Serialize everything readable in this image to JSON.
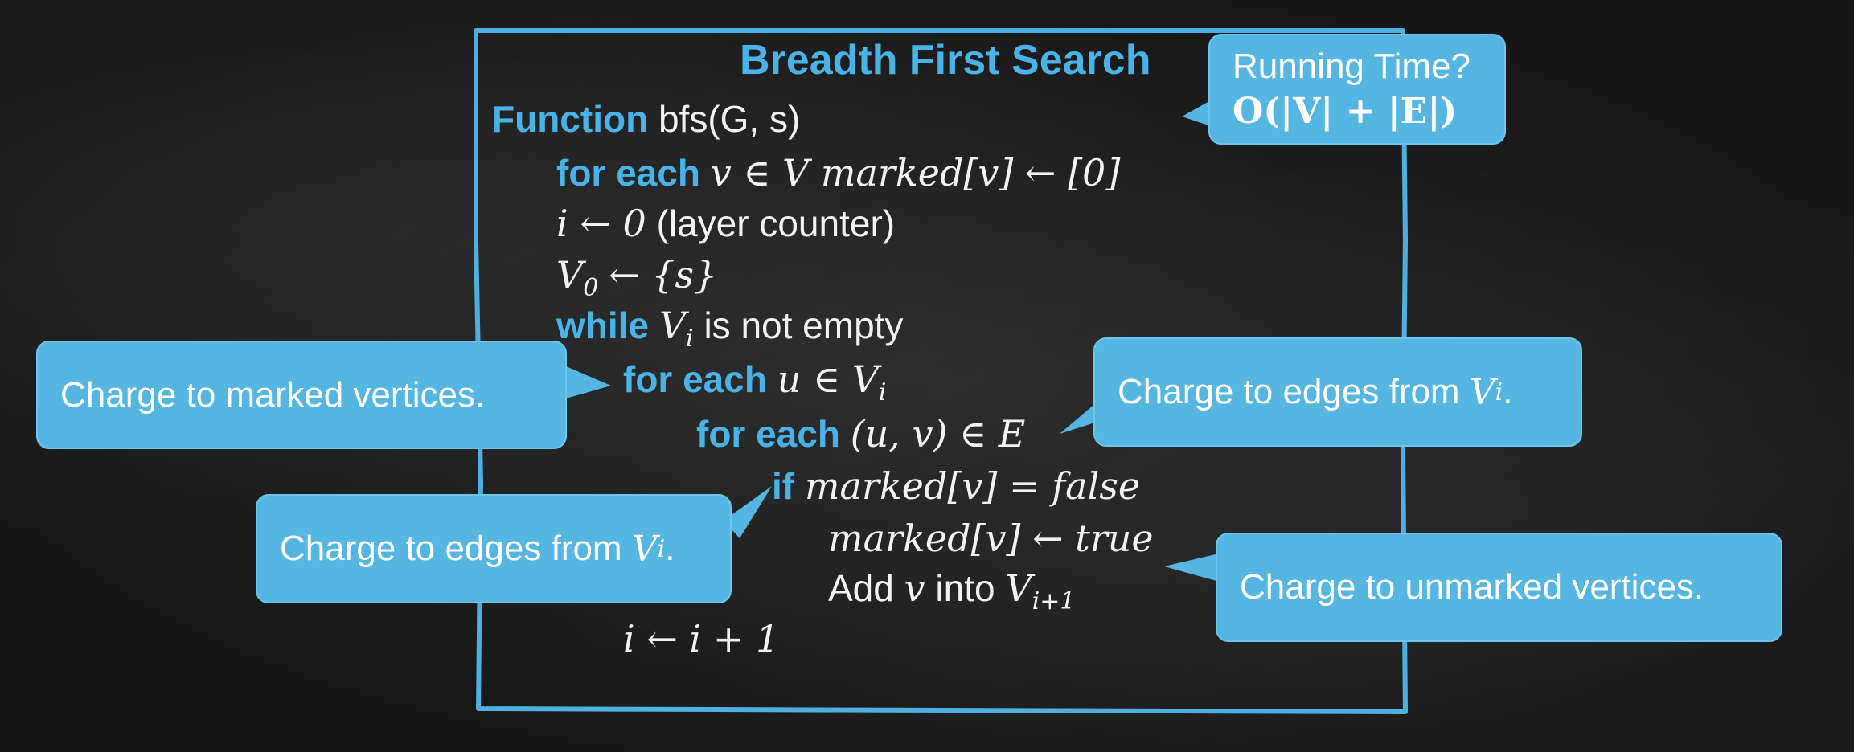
{
  "title": "Breadth First Search",
  "pseudocode": {
    "function_kw": "Function",
    "function_sig": "bfs(G, s)",
    "foreach_kw": "for each",
    "line1_math": "v ∈ V marked[v] ← [0]",
    "line2_math": "i ← 0",
    "line2_text": "(layer counter)",
    "line3_math": "V",
    "line3_sub": "0",
    "line3_rest": "← {s}",
    "while_kw": "while",
    "while_var": "V",
    "while_sub": "i",
    "while_text": "is not empty",
    "foreach2_math": "u ∈ V",
    "foreach2_sub": "i",
    "foreach3_math": "(u, v) ∈ E",
    "if_kw": "if",
    "if_math": "marked[v] = false",
    "assign_math": "marked[v] ← true",
    "add_text1": "Add",
    "add_var": "v",
    "add_text2": "into",
    "add_set": "V",
    "add_sub": "i+1",
    "inc_math": "i ← i + 1"
  },
  "callouts": {
    "running_time_label": "Running Time?",
    "running_time_value": "O(|V| + |E|)",
    "marked_vertices": "Charge to marked vertices.",
    "edges_from_right_text": "Charge to edges from",
    "edges_from_right_var": "V",
    "edges_from_right_sub": "i",
    "edges_from_left_text": "Charge to edges from",
    "edges_from_left_var": "V",
    "edges_from_left_sub": "i",
    "unmarked_vertices": "Charge to unmarked vertices."
  },
  "colors": {
    "keyword": "#49b2e6",
    "callout_fill": "#55b6e2",
    "frame": "#4fb0e0",
    "background": "#1b1b1b"
  }
}
